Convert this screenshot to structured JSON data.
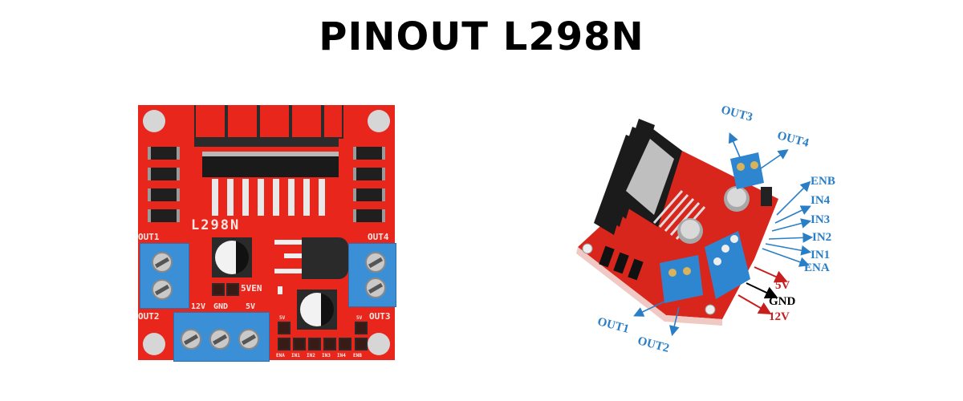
{
  "title": "PINOUT L298N",
  "left_board": {
    "chip_label": "L298N",
    "labels": {
      "out1": "OUT1",
      "out2": "OUT2",
      "out3": "OUT3",
      "out4": "OUT4",
      "v12": "12V",
      "gnd": "GND",
      "v5": "5V",
      "v5en": "5VEN",
      "hdr_5v_left": "5V",
      "hdr_5v_right": "5V"
    },
    "header_pins": [
      "ENA",
      "IN1",
      "IN2",
      "IN3",
      "IN4",
      "ENB"
    ],
    "colors": {
      "board": "#e8261c",
      "terminal": "#3a8fd6"
    }
  },
  "right_photo": {
    "labels": {
      "out3": "OUT3",
      "out4": "OUT4",
      "enb": "ENB",
      "in4": "IN4",
      "in3": "IN3",
      "in2": "IN2",
      "in1": "IN1",
      "ena": "ENA",
      "v5": "5V",
      "gnd": "GND",
      "v12": "12V",
      "out1": "OUT1",
      "out2": "OUT2"
    },
    "colors": {
      "signal": "#2a7ec6",
      "power": "#c81e1e",
      "ground": "#000000"
    }
  }
}
